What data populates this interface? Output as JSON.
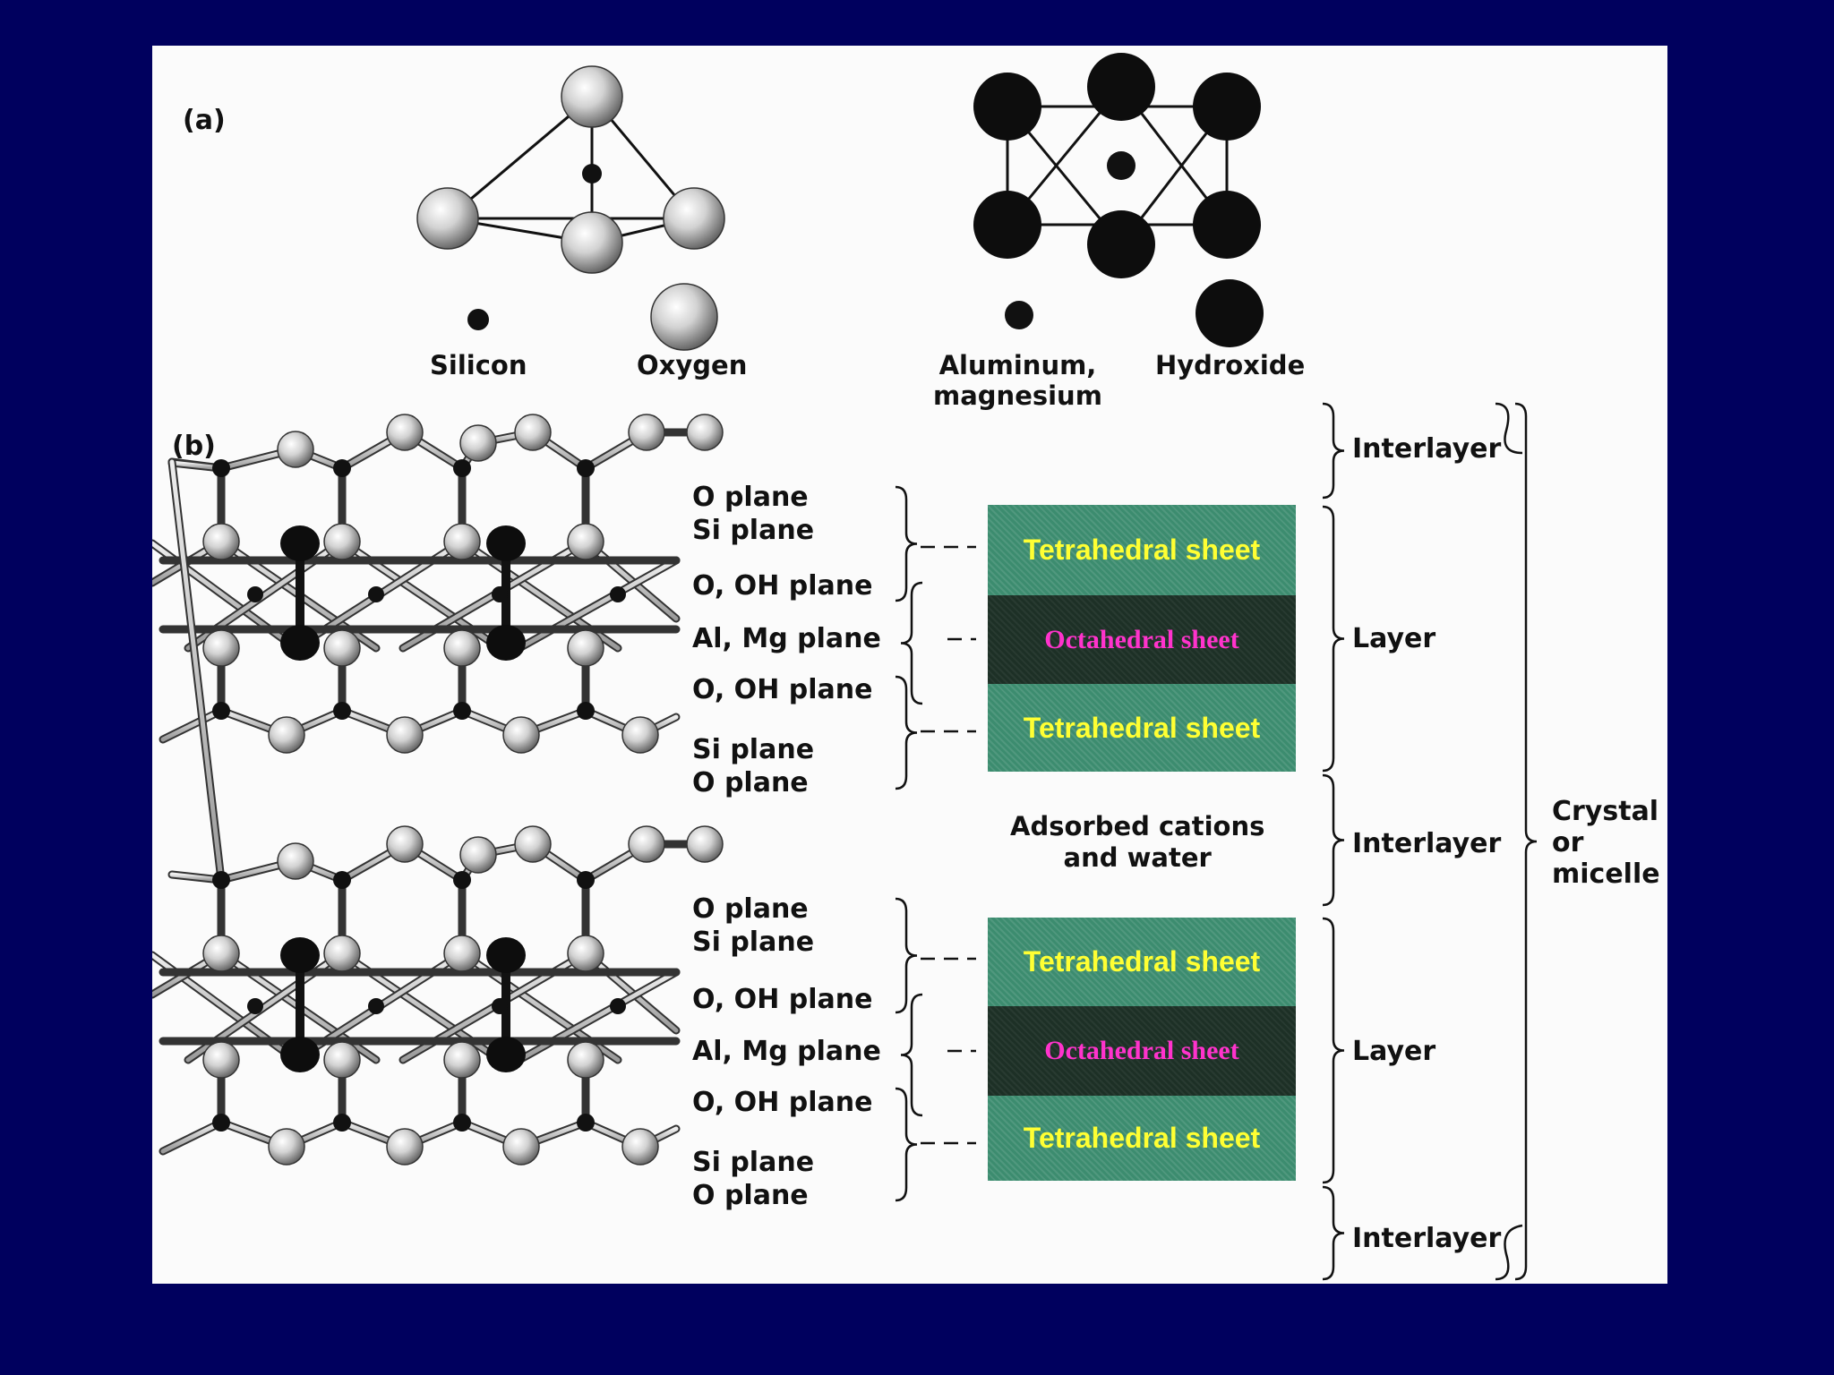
{
  "panel_a": {
    "label": "(a)",
    "legend": {
      "silicon": "Silicon",
      "oxygen": "Oxygen",
      "aluminum": "Aluminum,\nmagnesium",
      "hydroxide": "Hydroxide"
    }
  },
  "panel_b": {
    "label": "(b)",
    "plane_labels": [
      "O plane",
      "Si plane",
      "O, OH plane",
      "Al, Mg plane",
      "O, OH plane",
      "Si plane",
      "O plane"
    ],
    "sheets": {
      "tetrahedral": "Tetrahedral sheet",
      "octahedral": "Octahedral sheet"
    },
    "adsorbed": "Adsorbed cations\nand water",
    "side_labels": {
      "interlayer": "Interlayer",
      "layer": "Layer",
      "crystal": "Crystal\nor\nmicelle"
    }
  },
  "colors": {
    "background": "#00005e",
    "tetrahedral_sheet": "#3c8c6f",
    "tetrahedral_text": "#ffff33",
    "octahedral_sheet": "#1d3026",
    "octahedral_text": "#ff33cc"
  }
}
